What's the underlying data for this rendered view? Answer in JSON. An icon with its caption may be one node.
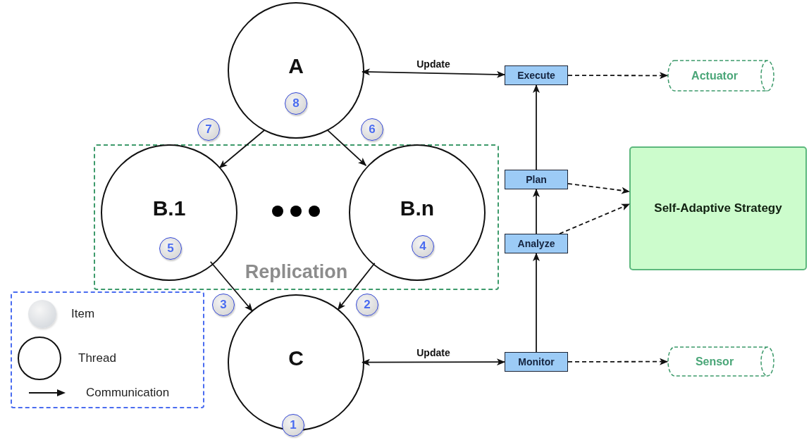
{
  "diagram": {
    "nodes": [
      {
        "text": [
          "A"
        ]
      },
      {
        "text": [
          "8"
        ],
        "in": 0
      },
      {
        "text": [
          "7"
        ]
      },
      {
        "text": [
          "6"
        ]
      },
      {
        "text": [
          "Replication"
        ]
      },
      {
        "text": [
          "B.1"
        ],
        "in": 4
      },
      {
        "text": [
          "5"
        ],
        "in": 5
      },
      {
        "text": [
          "B.n"
        ],
        "in": 4
      },
      {
        "text": [
          "4"
        ],
        "in": 7
      },
      {
        "text": [
          "3"
        ]
      },
      {
        "text": [
          "2"
        ]
      },
      {
        "text": [
          "C"
        ]
      },
      {
        "text": [
          "1"
        ]
      },
      {
        "text": [
          "Execute"
        ]
      },
      {
        "text": [
          "Actuator"
        ]
      },
      {
        "text": [
          "Plan"
        ]
      },
      {
        "text": [
          "Analyze"
        ]
      },
      {
        "text": [
          "Self-Adaptive Strategy"
        ]
      },
      {
        "text": [
          "Monitor"
        ]
      },
      {
        "text": [
          "Sensor"
        ]
      }
    ],
    "edges": [
      {
        "from": 0,
        "to": 5,
        "arrow": "to"
      },
      {
        "from": 0,
        "to": 7,
        "arrow": "to"
      },
      {
        "from": 5,
        "to": 11,
        "arrow": "to"
      },
      {
        "from": 7,
        "to": 11,
        "arrow": "to"
      },
      {
        "from": 0,
        "to": 13,
        "arrow": "both",
        "label": "Update"
      },
      {
        "from": 11,
        "to": 18,
        "arrow": "both",
        "label": "Update"
      },
      {
        "from": 13,
        "to": 14,
        "arrow": "to",
        "style": "dashed"
      },
      {
        "from": 18,
        "to": 19,
        "arrow": "to",
        "style": "dashed"
      },
      {
        "from": 18,
        "to": 16,
        "arrow": "to"
      },
      {
        "from": 16,
        "to": 15,
        "arrow": "to"
      },
      {
        "from": 15,
        "to": 13,
        "arrow": "to"
      },
      {
        "from": 15,
        "to": 17,
        "arrow": "to",
        "style": "dashed"
      },
      {
        "from": 16,
        "to": 17,
        "arrow": "to",
        "style": "dashed"
      }
    ],
    "legend": [
      {
        "text": "Item"
      },
      {
        "text": "Thread"
      },
      {
        "text": "Communication"
      }
    ]
  }
}
